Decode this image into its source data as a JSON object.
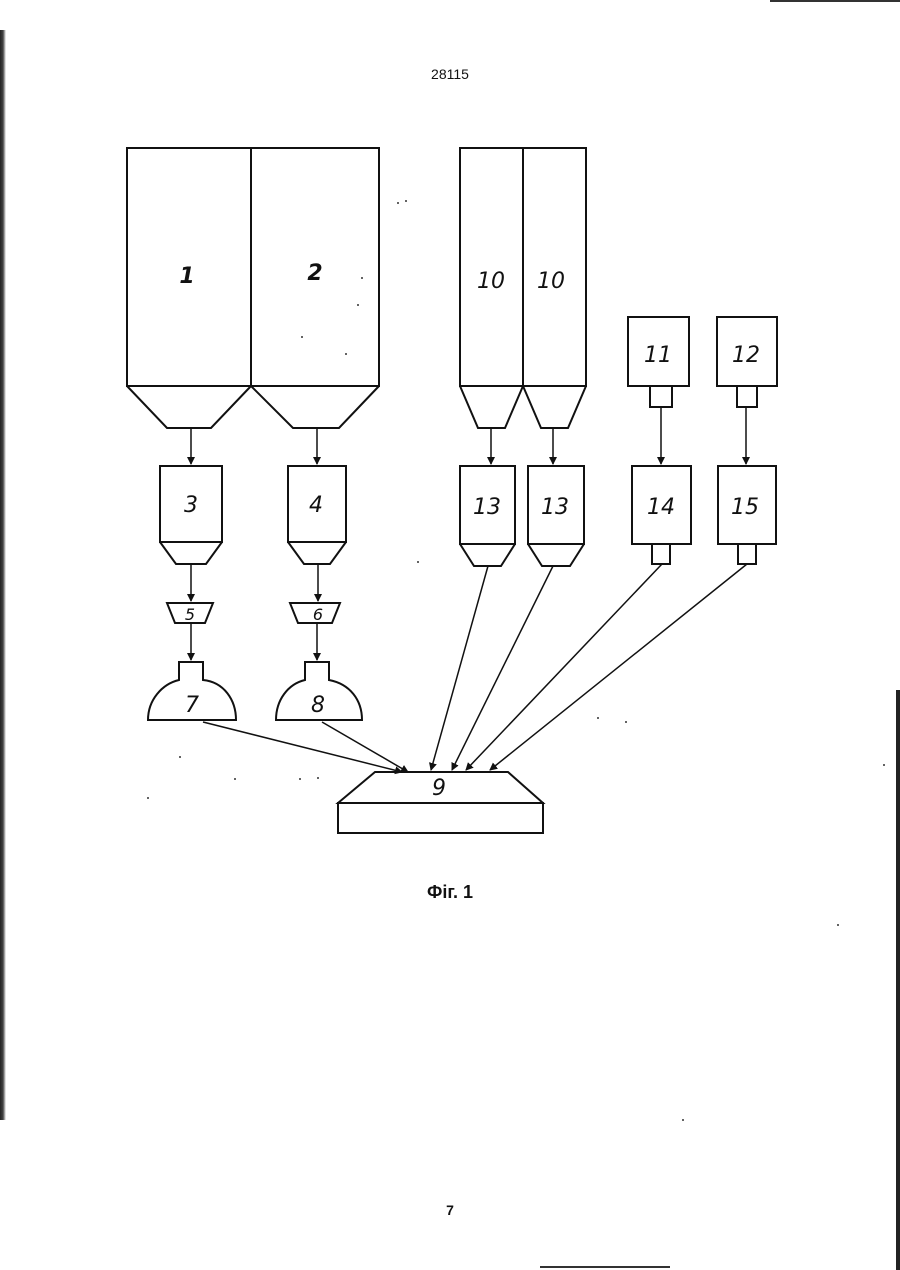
{
  "page": {
    "number_top": "28115",
    "number_bottom": "7",
    "caption": "Фіг. 1"
  },
  "diagram": {
    "labels": {
      "silo_1": "1",
      "silo_2": "2",
      "silo_10a": "10",
      "silo_10b": "10",
      "hopper_3": "3",
      "hopper_4": "4",
      "feeder_5": "5",
      "feeder_6": "6",
      "mill_7": "7",
      "mill_8": "8",
      "mixer_9": "9",
      "box_11": "11",
      "box_12": "12",
      "hopper_13a": "13",
      "hopper_13b": "13",
      "box_14": "14",
      "box_15": "15"
    }
  }
}
